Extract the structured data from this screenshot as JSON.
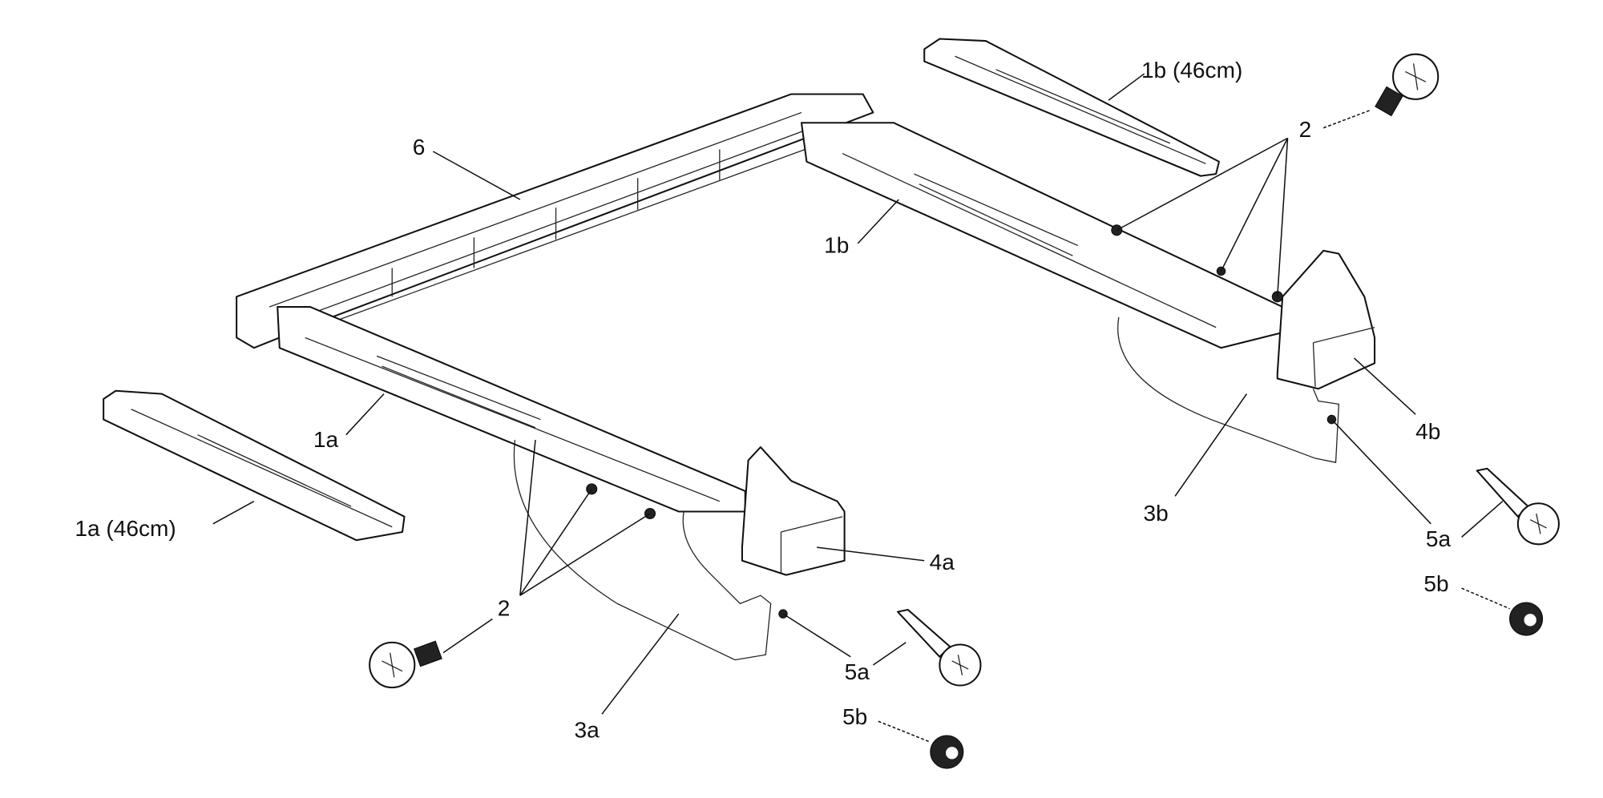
{
  "diagram": {
    "type": "exploded-assembly",
    "labels": {
      "rail_1b_46": "1b (46cm)",
      "screw_2_top": "2",
      "frame_6": "6",
      "rail_1b": "1b",
      "rail_1a": "1a",
      "foot_4b": "4b",
      "bracket_3b": "3b",
      "rail_1a_46": "1a (46cm)",
      "screw_5a_right": "5a",
      "foot_4a": "4a",
      "screw_5b_right": "5b",
      "screw_2_bottom": "2",
      "screw_5a_left": "5a",
      "bracket_3a": "3a",
      "screw_5b_left": "5b"
    }
  }
}
